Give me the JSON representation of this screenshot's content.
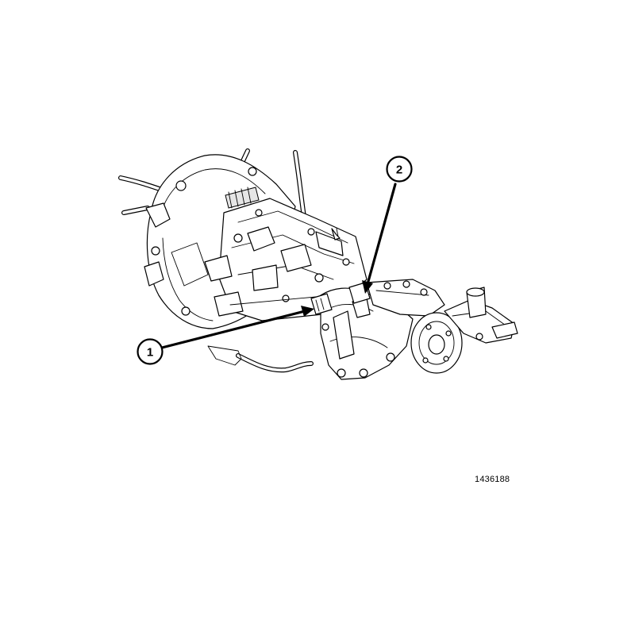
{
  "diagram": {
    "callouts": [
      {
        "number": "1"
      },
      {
        "number": "2"
      }
    ],
    "figure_id": "1436188"
  }
}
